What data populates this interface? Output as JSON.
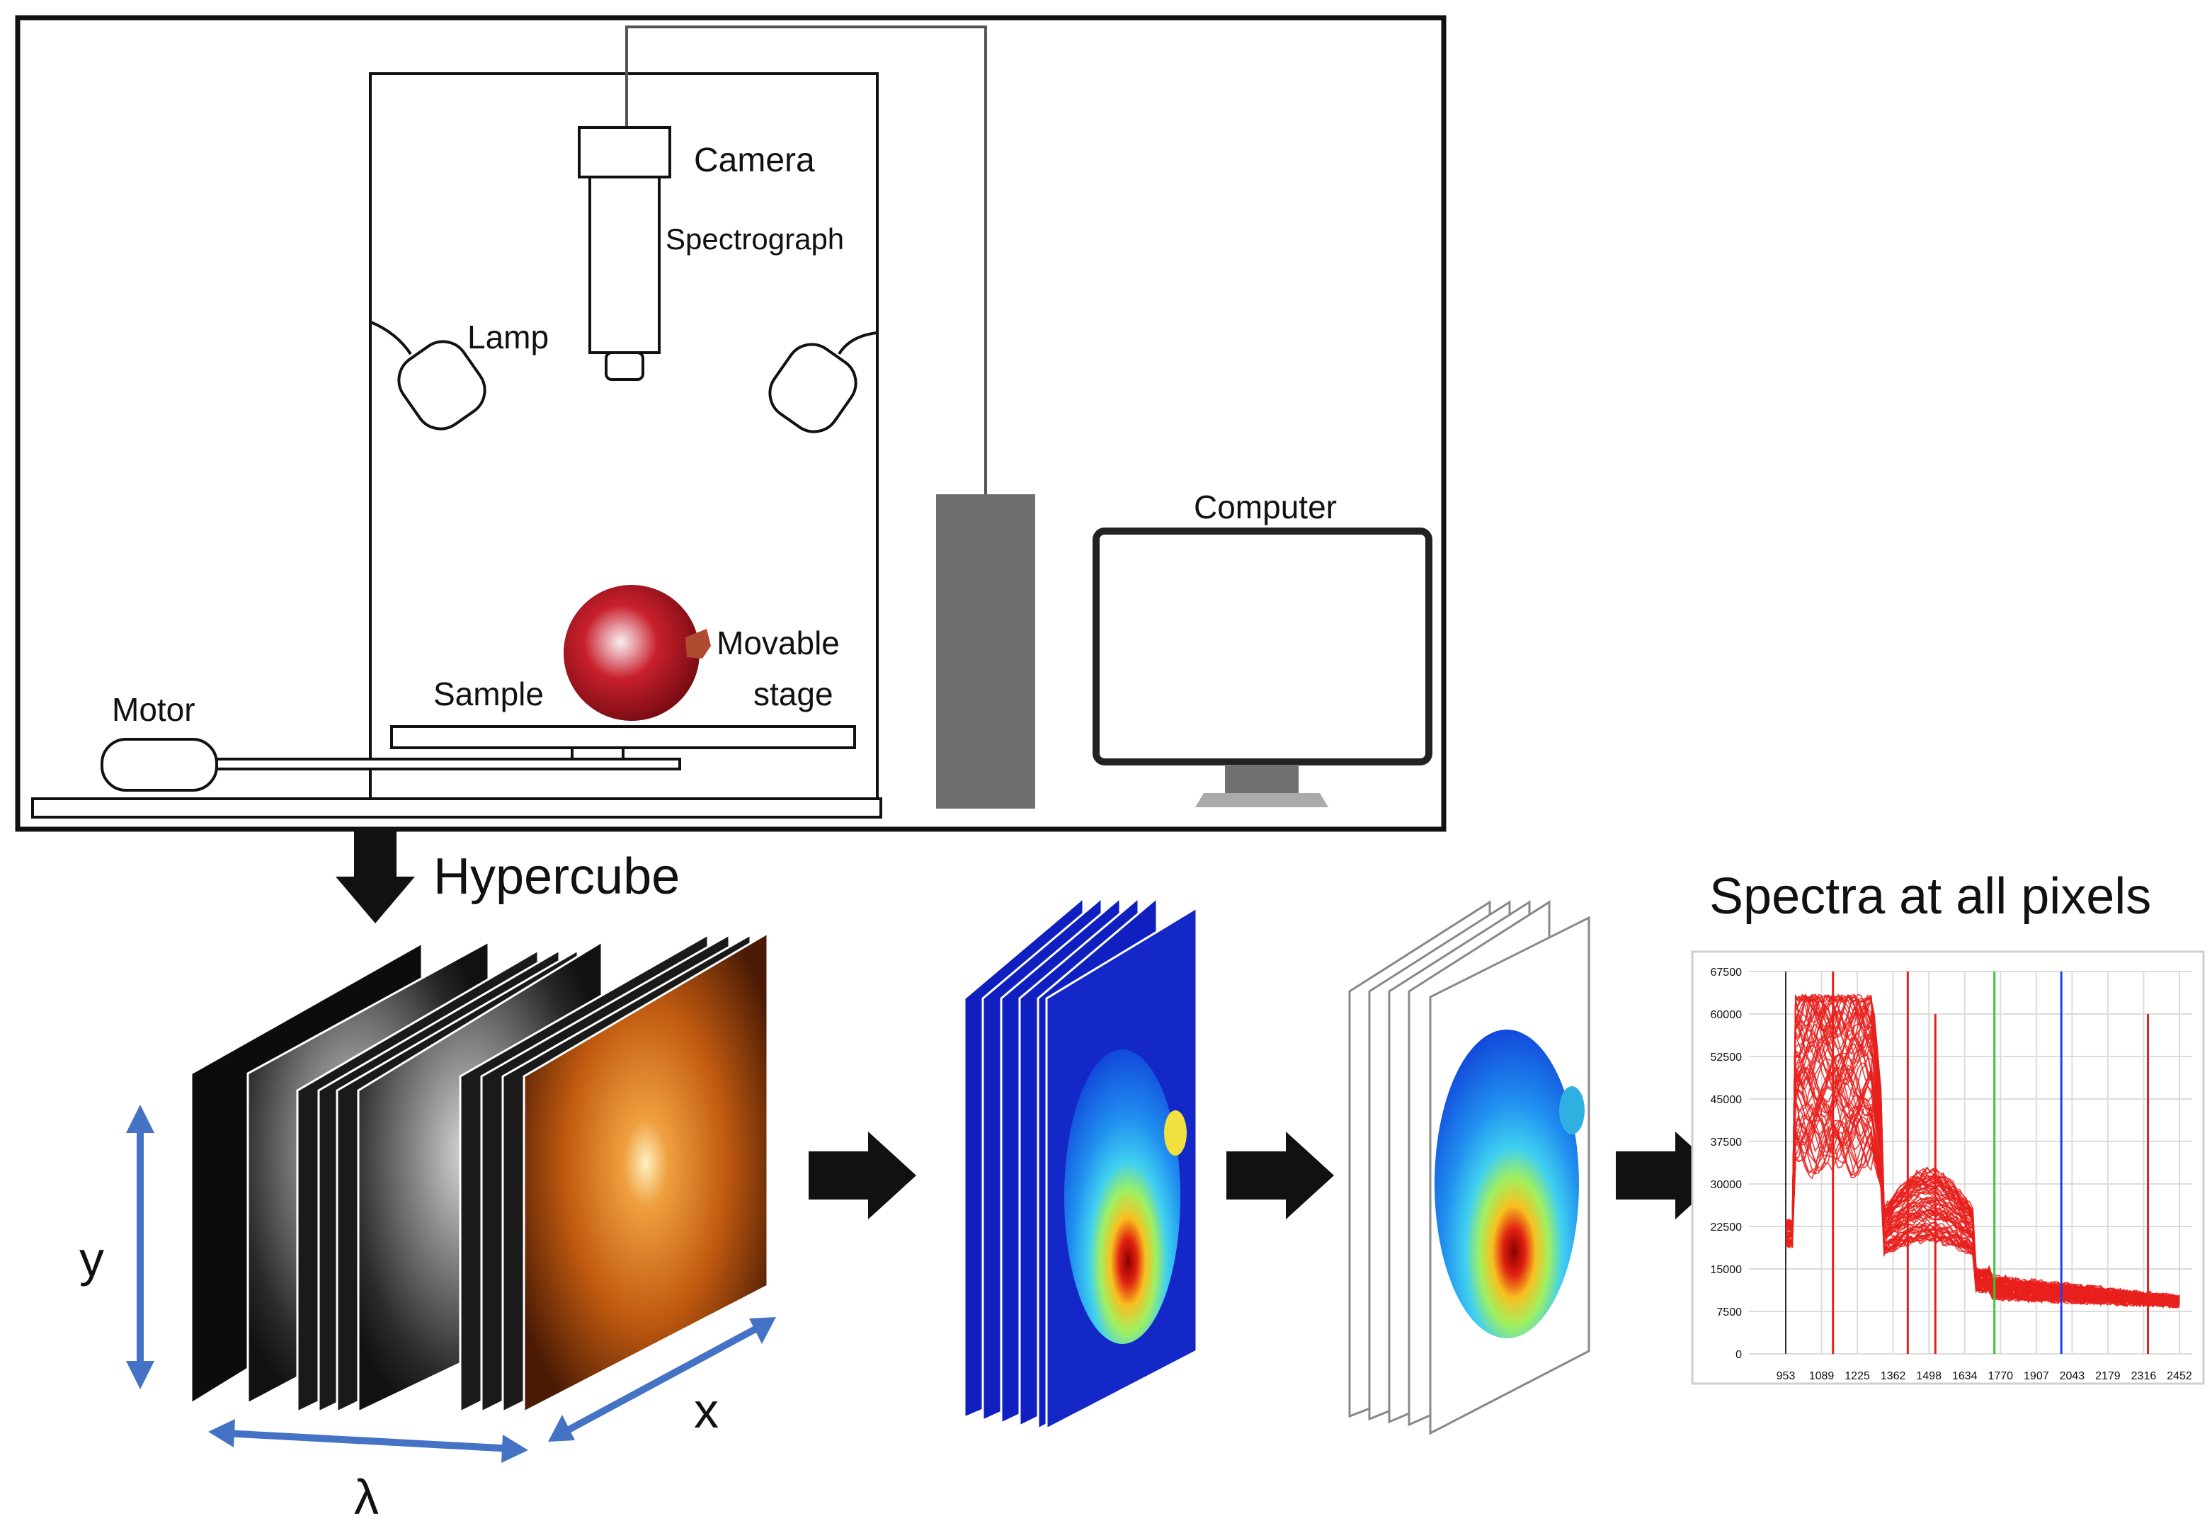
{
  "labels": {
    "camera": "Camera",
    "spectrograph": "Spectrograph",
    "lamp": "Lamp",
    "computer": "Computer",
    "movable_stage_line1": "Movable",
    "movable_stage_line2": "stage",
    "sample": "Sample",
    "motor": "Motor",
    "hypercube": "Hypercube",
    "spectra_title": "Spectra at all pixels",
    "axis_y": "y",
    "axis_x": "x",
    "axis_lambda": "λ"
  },
  "plot": {
    "y_ticks": [
      "67500",
      "60000",
      "52500",
      "45000",
      "37500",
      "30000",
      "22500",
      "15000",
      "7500",
      "0"
    ],
    "x_ticks": [
      "953",
      "1089",
      "1225",
      "1362",
      "1498",
      "1634",
      "1770",
      "1907",
      "2043",
      "2179",
      "2316",
      "2452"
    ]
  },
  "colors": {
    "outline": "#111111",
    "arrow_blue": "#4472c4",
    "tower_gray": "#6e6e6e",
    "spectra_red": "#e8201c",
    "marker_green": "#33cc33",
    "marker_blue": "#2040e0"
  }
}
